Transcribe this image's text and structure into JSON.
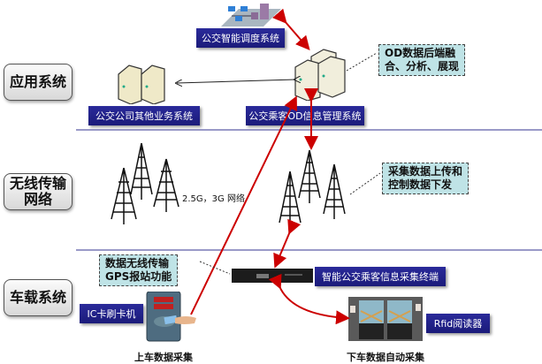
{
  "layers": [
    {
      "id": "application",
      "label": "应用系统"
    },
    {
      "id": "wireless",
      "label": "无线传输\n网络"
    },
    {
      "id": "vehicle",
      "label": "车载系统"
    }
  ],
  "application": {
    "dispatch_system": "公交智能调度系统",
    "other_business_system": "公交公司其他业务系统",
    "od_management_system": "公交乘客OD信息管理系统",
    "od_callout": [
      "OD数据后端融",
      "合、分析、展现"
    ]
  },
  "wireless": {
    "network_text": "2.5G，3G 网络",
    "upload_callout": [
      "采集数据上传和",
      "控制数据下发"
    ]
  },
  "vehicle": {
    "transmission_callout": [
      "数据无线传输",
      "GPS报站功能"
    ],
    "terminal_label": "智能公交乘客信息采集终端",
    "ic_reader_label": "IC卡刷卡机",
    "rfid_label": "Rfid阅读器",
    "boarding_caption": "上车数据采集",
    "alighting_caption": "下车数据自动采集"
  },
  "colors": {
    "arrow_red": "#cc0000",
    "label_navy": "#1e1e80",
    "callout_bg": "#bfe3e6",
    "separator": "#9a9ac8"
  }
}
